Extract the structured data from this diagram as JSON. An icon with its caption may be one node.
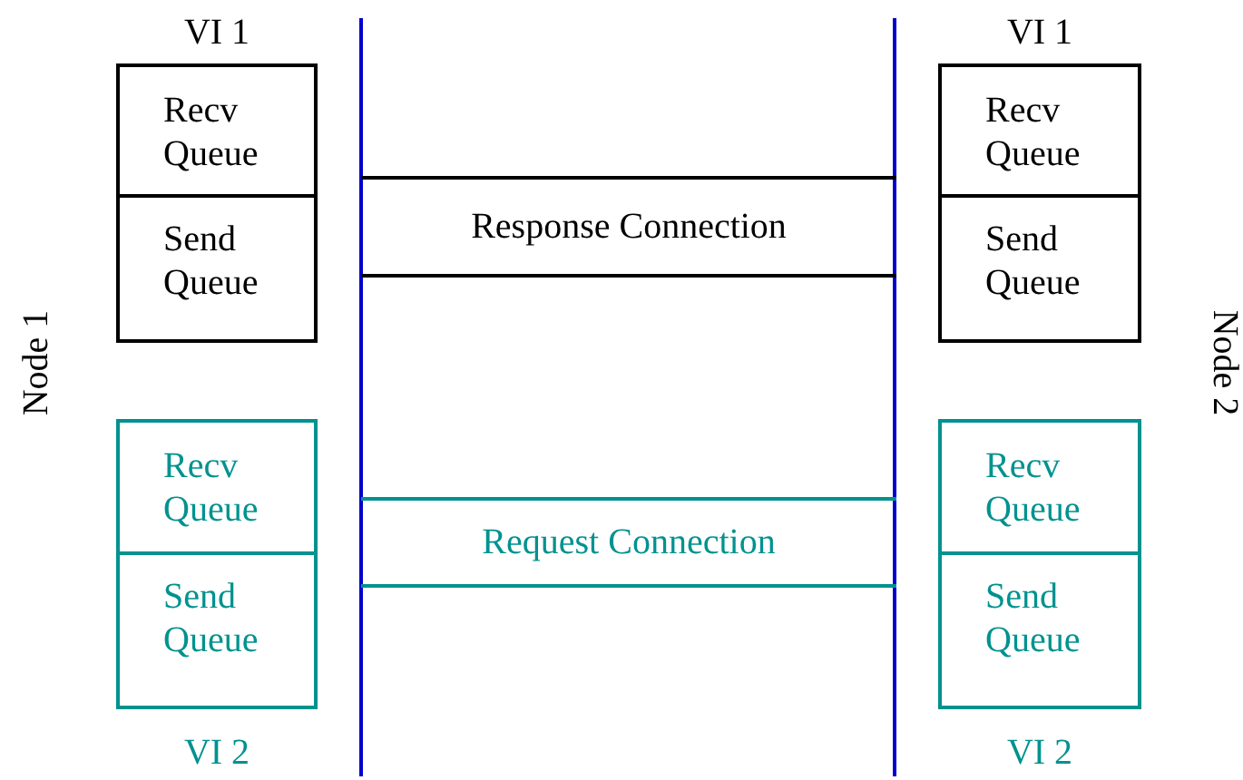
{
  "diagram": {
    "nodes": [
      {
        "text": [
          "VI 1"
        ]
      },
      {
        "text": [
          "Recv Queue"
        ],
        "in": 0
      },
      {
        "text": [
          "Send Queue"
        ],
        "in": 0
      },
      {
        "text": [
          "Response Connection"
        ]
      },
      {
        "text": [
          "VI 1"
        ]
      },
      {
        "text": [
          "Recv Queue"
        ],
        "in": 4
      },
      {
        "text": [
          "Send Queue"
        ],
        "in": 4
      },
      {
        "text": [
          "VI 2"
        ]
      },
      {
        "text": [
          "Recv Queue"
        ],
        "in": 7
      },
      {
        "text": [
          "Send Queue"
        ],
        "in": 7
      },
      {
        "text": [
          "Request Connection"
        ]
      },
      {
        "text": [
          "VI 2"
        ]
      },
      {
        "text": [
          "Recv Queue"
        ],
        "in": 11
      },
      {
        "text": [
          "Send Queue"
        ],
        "in": 11
      }
    ],
    "labels": [
      "Node 1",
      "Node 2"
    ]
  }
}
